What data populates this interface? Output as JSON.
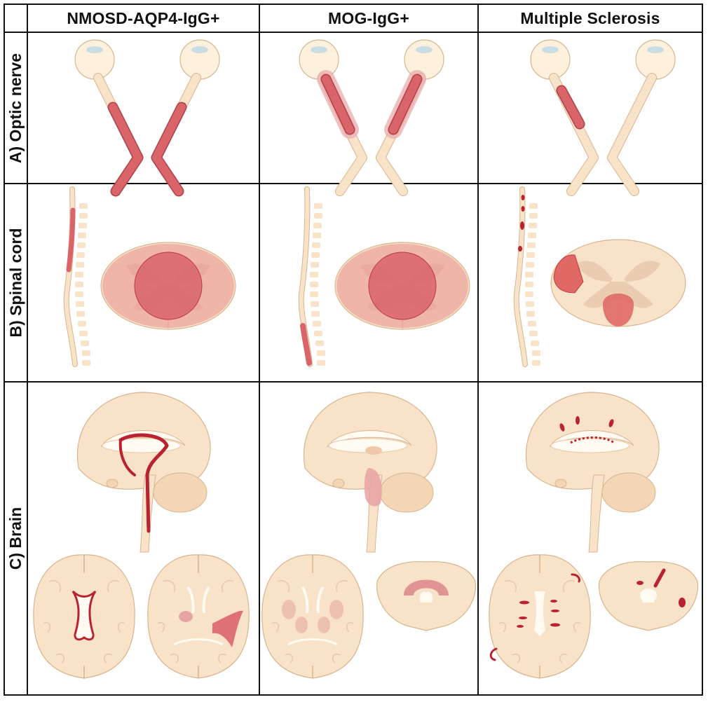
{
  "columns": [
    {
      "key": "nmosd",
      "label": "NMOSD-AQP4-IgG+"
    },
    {
      "key": "mog",
      "label": "MOG-IgG+"
    },
    {
      "key": "ms",
      "label": "Multiple Sclerosis"
    }
  ],
  "rows": [
    {
      "key": "optic",
      "label": "A) Optic nerve"
    },
    {
      "key": "spinal",
      "label": "B) Spinal cord"
    },
    {
      "key": "brain",
      "label": "C) Brain"
    }
  ],
  "colors": {
    "tissue": "#f8e3c8",
    "tissue_stroke": "#d9b48e",
    "lesion": "#d9646a",
    "lesion_dark": "#b8232f",
    "lesion_soft": "#e8a0a0",
    "eye": "#fdf0dc",
    "iris": "#c9dde4",
    "ventricle": "#fffaf2",
    "border": "#111111"
  }
}
